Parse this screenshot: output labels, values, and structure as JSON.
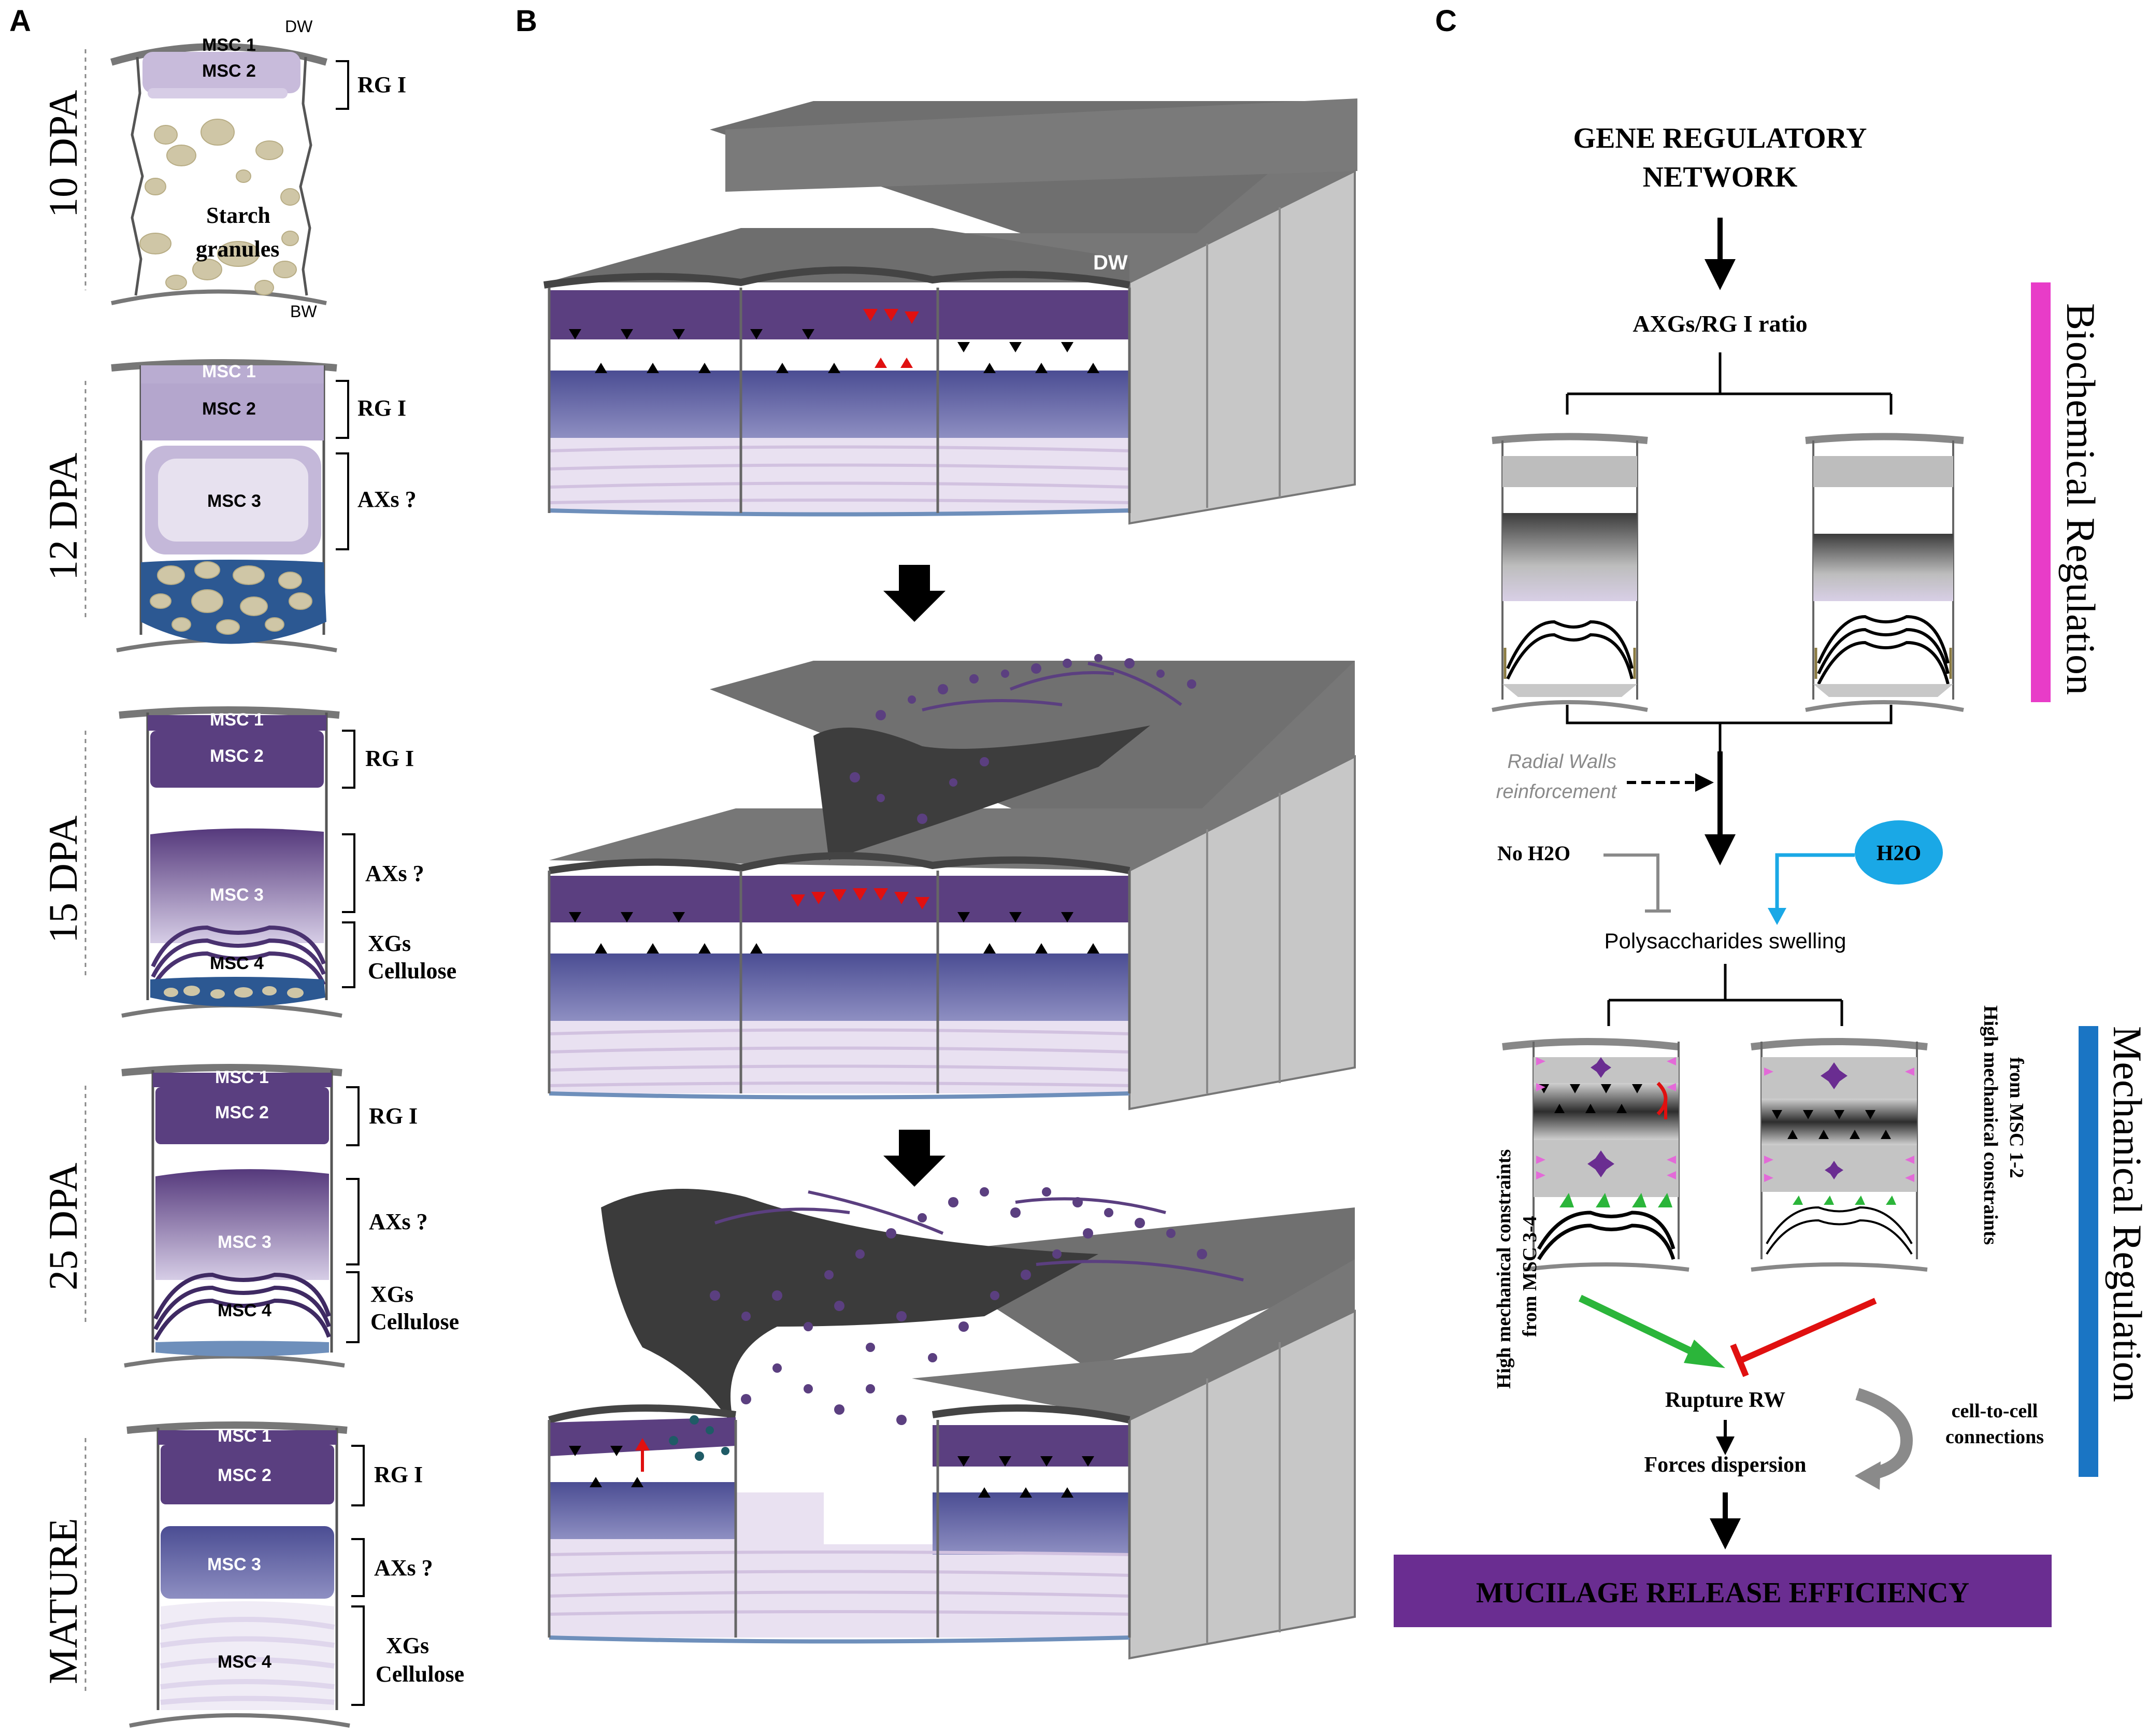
{
  "panels": {
    "a": "A",
    "b": "B",
    "c": "C"
  },
  "panel_a": {
    "stages": [
      "10 DPA",
      "12 DPA",
      "15 DPA",
      "25 DPA",
      "MATURE"
    ],
    "dw": "DW",
    "bw": "BW",
    "msc1": "MSC 1",
    "msc2": "MSC 2",
    "msc3": "MSC 3",
    "msc4": "MSC 4",
    "rg1": "RG I",
    "axs": "AXs ?",
    "xgs": "XGs",
    "cellulose": "Cellulose",
    "starch1": "Starch",
    "starch2": "granules"
  },
  "panel_b": {
    "dw": "DW"
  },
  "panel_c": {
    "grn1": "GENE REGULATORY",
    "grn2": "NETWORK",
    "ratio": "AXGs/RG I ratio",
    "radial1": "Radial Walls",
    "radial2": "reinforcement",
    "no_h2o": "No H2O",
    "h2o": "H2O",
    "swelling": "Polysaccharides swelling",
    "left_rot1": "High mechanical constraints",
    "left_rot2": "from MSC 3-4",
    "right_rot1": "High mechanical constraints",
    "right_rot2": "from MSC 1-2",
    "rupture": "Rupture RW",
    "forces": "Forces dispersion",
    "c2c1": "cell-to-cell",
    "c2c2": "connections",
    "final": "MUCILAGE RELEASE EFFICIENCY",
    "biochem": "Biochemical Regulation",
    "mech": "Mechanical Regulation"
  },
  "colors": {
    "purple_dark": "#5b3f80",
    "purple_light": "#c8bbdb",
    "blue_layer": "#6a6fae",
    "starch": "#c9c09a",
    "starch_bg": "#2f5d93",
    "magenta_bar": "#e83cc8",
    "blue_bar": "#1a75c4",
    "h2o": "#1aa8e6",
    "final_box": "#6a2d91"
  }
}
